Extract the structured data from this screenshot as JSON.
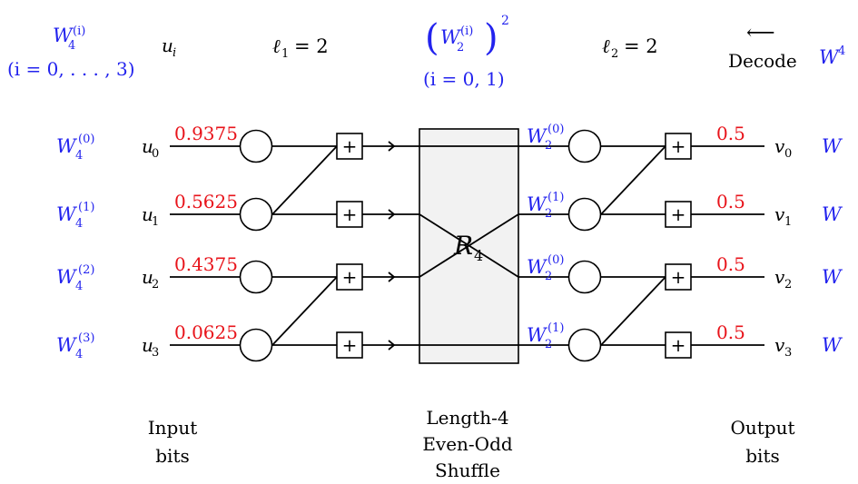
{
  "header": {
    "left_W": "W",
    "left_sub": "4",
    "left_sup": "(i)",
    "left_range": "(i = 0, . . . , 3)",
    "u_sym": "u",
    "u_sub": "i",
    "l1": "ℓ",
    "l1_sub": "1",
    "l1_eq": "= 2",
    "mid_W": "W",
    "mid_sub": "2",
    "mid_sup": "(i)",
    "mid_exp": "2",
    "mid_range": "(i = 0, 1)",
    "l2": "ℓ",
    "l2_sub": "2",
    "l2_eq": "= 2",
    "arrow": "⟵",
    "decode": "Decode",
    "right_W": "W",
    "right_sup": "4"
  },
  "rows": [
    {
      "w_sup": "(0)",
      "w_sub": "4",
      "u": "u",
      "u_sub": "0",
      "input_val": "0.9375",
      "mid_sup": "(0)",
      "mid_sub": "2",
      "output_val": "0.5",
      "v": "v",
      "v_sub": "0",
      "right_W": "W"
    },
    {
      "w_sup": "(1)",
      "w_sub": "4",
      "u": "u",
      "u_sub": "1",
      "input_val": "0.5625",
      "mid_sup": "(1)",
      "mid_sub": "2",
      "output_val": "0.5",
      "v": "v",
      "v_sub": "1",
      "right_W": "W"
    },
    {
      "w_sup": "(2)",
      "w_sub": "4",
      "u": "u",
      "u_sub": "2",
      "input_val": "0.4375",
      "mid_sup": "(0)",
      "mid_sub": "2",
      "output_val": "0.5",
      "v": "v",
      "v_sub": "2",
      "right_W": "W"
    },
    {
      "w_sup": "(3)",
      "w_sub": "4",
      "u": "u",
      "u_sub": "3",
      "input_val": "0.0625",
      "mid_sup": "(1)",
      "mid_sub": "2",
      "output_val": "0.5",
      "v": "v",
      "v_sub": "3",
      "right_W": "W"
    }
  ],
  "row_W": "W",
  "plus": "+",
  "shuffle": {
    "label": "R",
    "sub": "4"
  },
  "footer": {
    "input_line1": "Input",
    "input_line2": "bits",
    "shuffle_line1": "Length-4",
    "shuffle_line2": "Even-Odd",
    "shuffle_line3": "Shuffle",
    "output_line1": "Output",
    "output_line2": "bits"
  },
  "colors": {
    "blue": "#2323ee",
    "red": "#e8141b",
    "box_fill": "#f2f2f2"
  }
}
